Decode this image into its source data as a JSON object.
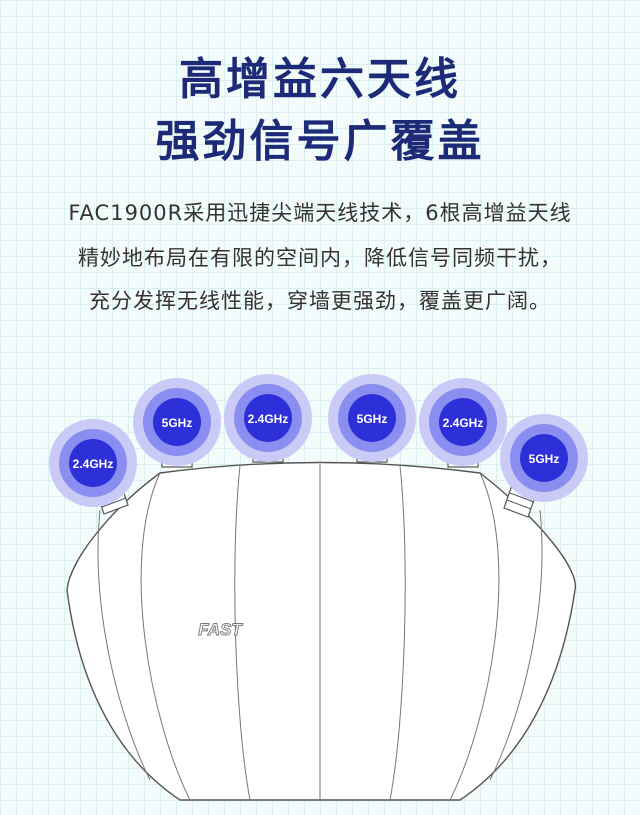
{
  "headline": {
    "line1": "高增益六天线",
    "line2": "强劲信号广覆盖"
  },
  "description": {
    "line1": "FAC1900R采用迅捷尖端天线技术，6根高增益天线",
    "line2": "精妙地布局在有限的空间内，降低信号同频干扰，",
    "line3": "充分发挥无线性能，穿墙更强劲，覆盖更广阔。"
  },
  "antennas": [
    {
      "band": "2.4GHz"
    },
    {
      "band": "5GHz"
    },
    {
      "band": "2.4GHz"
    },
    {
      "band": "5GHz"
    },
    {
      "band": "2.4GHz"
    },
    {
      "band": "5GHz"
    }
  ],
  "router": {
    "logo_text": "FAST"
  },
  "colors": {
    "headline": "#1d2a78",
    "body_text": "#333333",
    "signal_core": "#2d2fd9",
    "signal_ring_inner": "#8a8ef0",
    "signal_ring_outer": "#c9cbf6",
    "grid_line": "#d8f0ef",
    "background": "#f4fbfb"
  }
}
